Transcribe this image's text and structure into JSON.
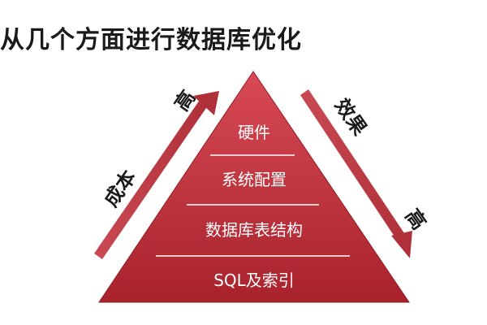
{
  "title": "从几个方面进行数据库优化",
  "pyramid": {
    "layers": [
      {
        "label": "硬件"
      },
      {
        "label": "系统配置"
      },
      {
        "label": "数据库表结构"
      },
      {
        "label": "SQL及索引"
      }
    ]
  },
  "left_axis": {
    "label": "成本",
    "end_label": "高"
  },
  "right_axis": {
    "label": "效果",
    "end_label": "高"
  },
  "colors": {
    "pyramid_top": "#d4454f",
    "pyramid_bottom": "#a6232c",
    "arrow": "#b83a44",
    "text": "#1a1a1a",
    "layer_text": "#ffffff"
  }
}
